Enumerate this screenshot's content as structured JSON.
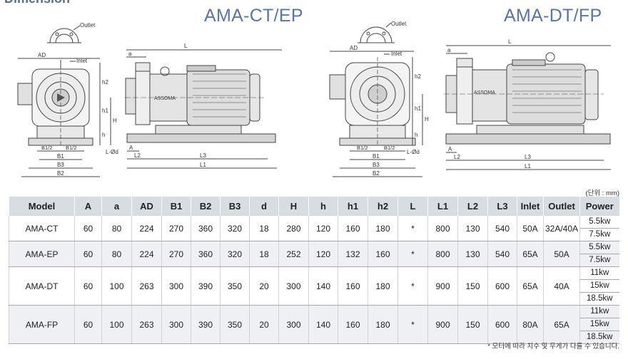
{
  "header": {
    "section": "Dimension"
  },
  "titles": {
    "left": "AMA-CT/EP",
    "right": "AMA-DT/FP"
  },
  "left_drawing": {
    "outlet": "Outlet",
    "inlet": "Inlet",
    "brand": "ASSOMA",
    "labels": {
      "AD": "AD",
      "a": "a",
      "L": "L",
      "h2": "h2",
      "h1": "h1",
      "H": "H",
      "h": "h",
      "B1_2a": "B1/2",
      "B1_2b": "B1/2",
      "B1": "B1",
      "B3": "B3",
      "B2": "B2",
      "Ld": "L-Ød",
      "A": "A",
      "L2": "L2",
      "L3": "L3",
      "L1": "L1"
    }
  },
  "right_drawing": {
    "outlet": "Outlet",
    "inlet": "Inlet",
    "brand": "ASSOMA",
    "labels": {
      "AD": "AD",
      "a": "a",
      "L": "L",
      "h2": "h2",
      "h1": "h1",
      "H": "H",
      "h": "h",
      "B1_2a": "B1/2",
      "B1_2b": "B1/2",
      "B1": "B1",
      "B3": "B3",
      "B2": "B2",
      "Ld": "L-Ød",
      "A": "A",
      "L2": "L2",
      "L3": "L3",
      "L1": "L1"
    }
  },
  "unit_note": "(단위 : mm)",
  "table": {
    "headers": [
      "Model",
      "A",
      "a",
      "AD",
      "B1",
      "B2",
      "B3",
      "d",
      "H",
      "h",
      "h1",
      "h2",
      "L",
      "L1",
      "L2",
      "L3",
      "Inlet",
      "Outlet",
      "Power"
    ],
    "rows": [
      {
        "cells": [
          "AMA-CT",
          "60",
          "80",
          "224",
          "270",
          "360",
          "320",
          "18",
          "280",
          "120",
          "160",
          "180",
          "*",
          "800",
          "130",
          "540",
          "50A",
          "32A/40A"
        ],
        "power": [
          "5.5kw",
          "7.5kw"
        ]
      },
      {
        "cells": [
          "AMA-EP",
          "60",
          "80",
          "224",
          "270",
          "360",
          "320",
          "18",
          "252",
          "120",
          "132",
          "160",
          "*",
          "800",
          "130",
          "540",
          "65A",
          "50A"
        ],
        "power": [
          "5.5kw",
          "7.5kw"
        ]
      },
      {
        "cells": [
          "AMA-DT",
          "60",
          "100",
          "263",
          "300",
          "390",
          "350",
          "20",
          "300",
          "140",
          "160",
          "180",
          "*",
          "900",
          "150",
          "600",
          "65A",
          "40A"
        ],
        "power": [
          "11kw",
          "15kw",
          "18.5kw"
        ]
      },
      {
        "cells": [
          "AMA-FP",
          "60",
          "100",
          "263",
          "300",
          "390",
          "350",
          "20",
          "300",
          "140",
          "160",
          "180",
          "*",
          "900",
          "150",
          "600",
          "80A",
          "65A"
        ],
        "power": [
          "11kw",
          "15kw",
          "18.5kw"
        ]
      }
    ]
  },
  "footnote": "* 모터에 따라 치수 및 무게가 다를 수 있습니다."
}
